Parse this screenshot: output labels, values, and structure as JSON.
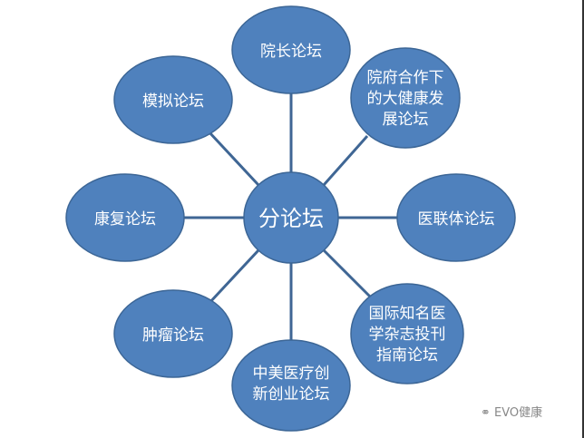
{
  "diagram": {
    "center": "分论坛",
    "nodes": [
      {
        "lines": [
          "院长论坛"
        ]
      },
      {
        "lines": [
          "院府合作下",
          "的大健康发",
          "展论坛"
        ]
      },
      {
        "lines": [
          "医联体论坛"
        ]
      },
      {
        "lines": [
          "国际知名医",
          "学杂志投刊",
          "指南论坛"
        ]
      },
      {
        "lines": [
          "中美医疗创",
          "新创业论坛"
        ]
      },
      {
        "lines": [
          "肿瘤论坛"
        ]
      },
      {
        "lines": [
          "康复论坛"
        ]
      },
      {
        "lines": [
          "模拟论坛"
        ]
      }
    ],
    "colors": {
      "node_fill": "#4f81bd",
      "line": "#3f6694"
    }
  },
  "watermark": {
    "icon": "wechat-icon",
    "text": "EVO健康"
  }
}
